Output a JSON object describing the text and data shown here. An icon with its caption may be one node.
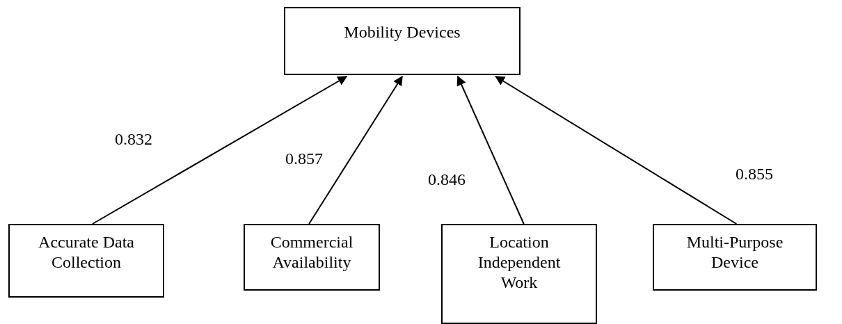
{
  "diagram": {
    "nodes": [
      {
        "text": [
          "Mobility Devices"
        ]
      },
      {
        "text": [
          "Accurate Data Collection"
        ]
      },
      {
        "text": [
          "Commercial Availability"
        ]
      },
      {
        "text": [
          "Location Independent Work"
        ]
      },
      {
        "text": [
          "Multi-Purpose Device"
        ]
      }
    ],
    "edges": [
      {
        "from": 1,
        "to": 0,
        "arrow": "to",
        "label": "0.832"
      },
      {
        "from": 2,
        "to": 0,
        "arrow": "to",
        "label": "0.857"
      },
      {
        "from": 3,
        "to": 0,
        "arrow": "to",
        "label": "0.846"
      },
      {
        "from": 4,
        "to": 0,
        "arrow": "to",
        "label": "0.855"
      }
    ]
  }
}
